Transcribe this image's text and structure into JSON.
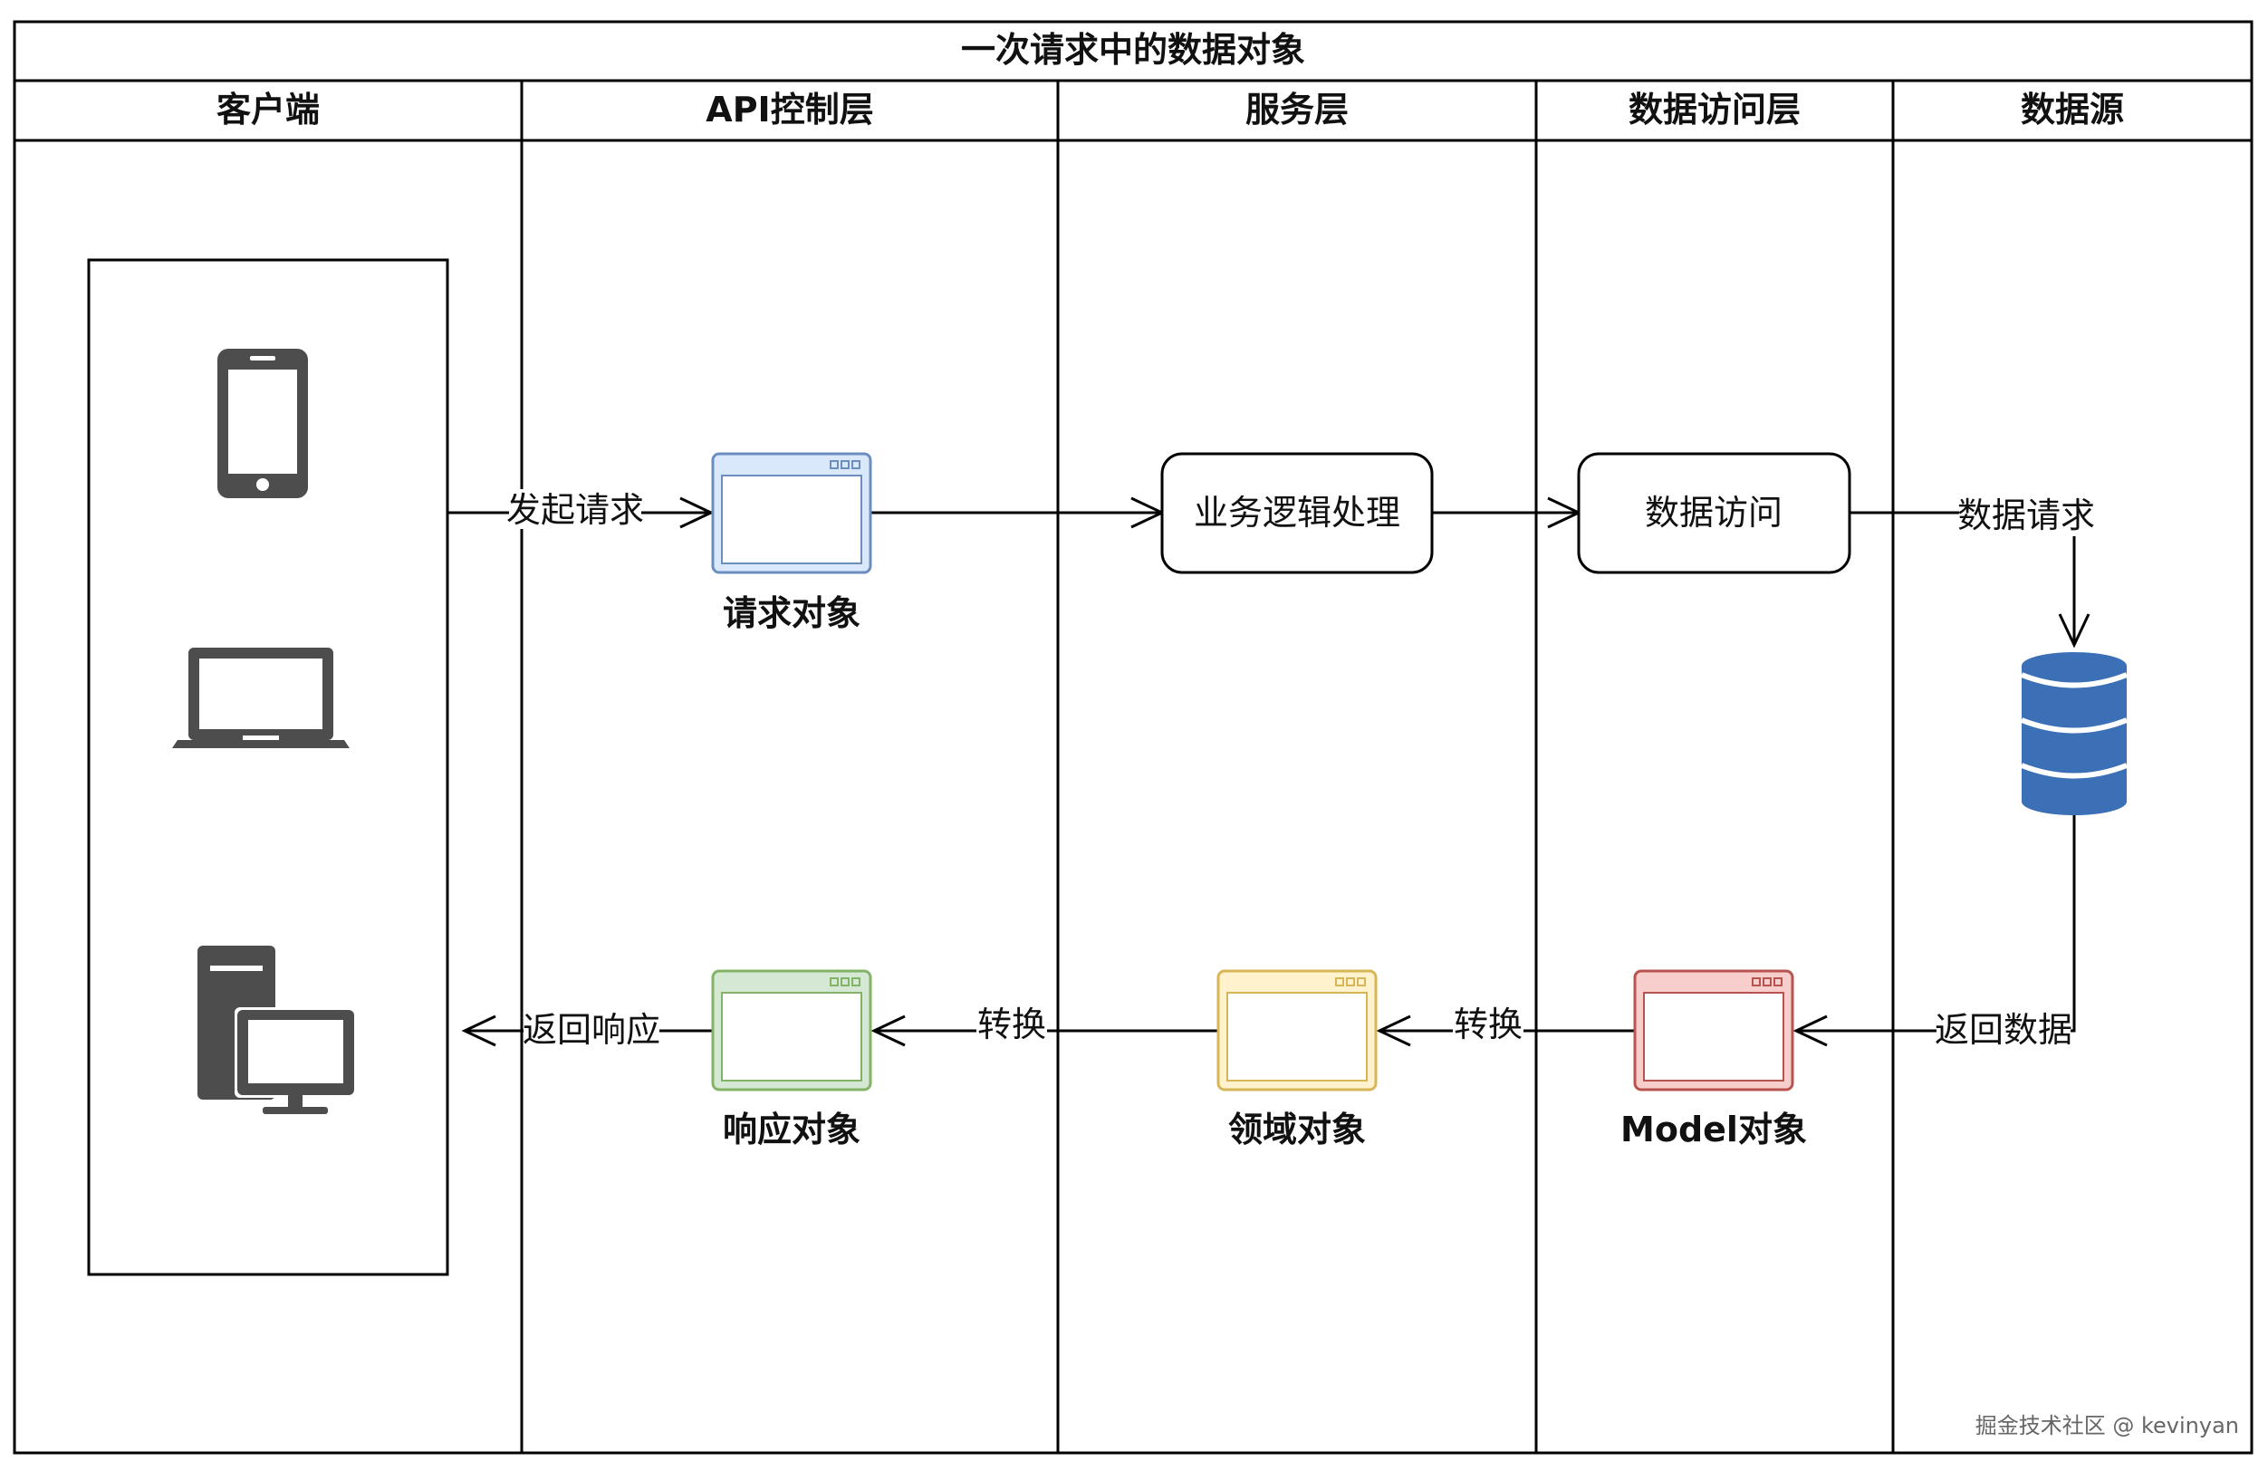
{
  "title": "一次请求中的数据对象",
  "lanes": [
    {
      "id": "client",
      "label": "客户端"
    },
    {
      "id": "api",
      "label": "API控制层"
    },
    {
      "id": "service",
      "label": "服务层"
    },
    {
      "id": "dao",
      "label": "数据访问层"
    },
    {
      "id": "source",
      "label": "数据源"
    }
  ],
  "client_icons": [
    "mobile-phone-icon",
    "laptop-icon",
    "desktop-computer-icon"
  ],
  "process_boxes": {
    "business": "业务逻辑处理",
    "access": "数据访问"
  },
  "objects": {
    "request": {
      "label": "请求对象",
      "color": "#dae8fc",
      "stroke": "#6c8ebf"
    },
    "response": {
      "label": "响应对象",
      "color": "#d5e8d4",
      "stroke": "#82b366"
    },
    "domain": {
      "label": "领域对象",
      "color": "#fff2cc",
      "stroke": "#d6b656"
    },
    "model": {
      "label": "Model对象",
      "color": "#f8cecc",
      "stroke": "#b85450"
    }
  },
  "edge_labels": {
    "send_request": "发起请求",
    "data_request": "数据请求",
    "return_data": "返回数据",
    "convert_1": "转换",
    "convert_2": "转换",
    "return_response": "返回响应"
  },
  "database_icon": "database-icon",
  "database_color": "#3b6fb6",
  "watermark": "掘金技术社区 @ kevinyan"
}
